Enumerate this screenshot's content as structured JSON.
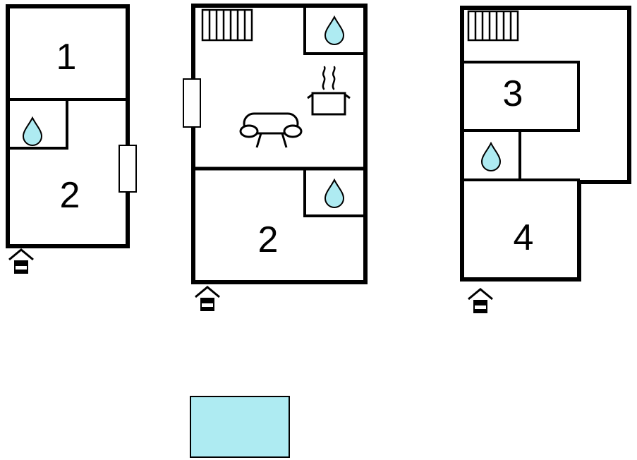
{
  "colors": {
    "water_fill": "#aeebf2",
    "pool_fill": "#aeebf2",
    "wall": "#000000",
    "background": "#ffffff"
  },
  "plans": {
    "left": {
      "room1_label": "1",
      "room2_label": "2"
    },
    "middle": {
      "room2_label": "2"
    },
    "right": {
      "room3_label": "3",
      "room4_label": "4"
    }
  },
  "icons": {
    "water_drop": "teardrop shape with cyan fill (bathroom)",
    "stairs": "rectangle with vertical hatching",
    "sofa": "couch outline",
    "cooking_pot": "pot with steam (kitchen)",
    "entrance": "house symbol marking floor entrance",
    "window": "white rectangle on wall",
    "pool": "cyan rectangle"
  }
}
